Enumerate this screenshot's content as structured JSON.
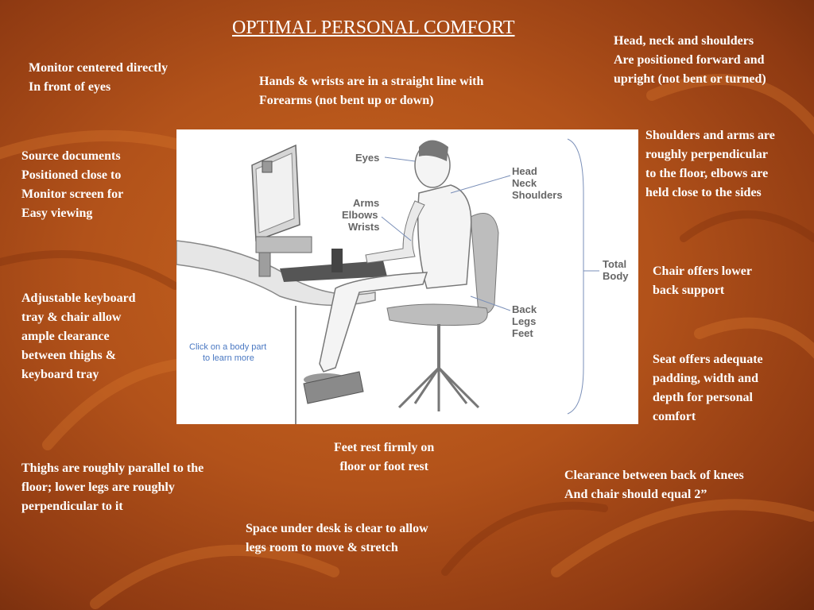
{
  "title": "OPTIMAL PERSONAL COMFORT",
  "notes": {
    "head_neck": "Head, neck and shoulders\nAre positioned forward and\nupright (not bent or turned)",
    "monitor": "Monitor centered directly\nIn front of eyes",
    "hands": "Hands & wrists are in a straight line with\nForearms (not bent up or down)",
    "shoulders_arms": "Shoulders and arms are\nroughly perpendicular\nto the floor, elbows are\nheld close to the sides",
    "source_docs": "Source documents\nPositioned close to\nMonitor screen for\nEasy viewing",
    "chair_back": "Chair offers lower\nback support",
    "keyboard_tray": "Adjustable keyboard\ntray & chair allow\nample clearance\nbetween thighs &\nkeyboard tray",
    "seat": "Seat offers adequate\npadding, width and\ndepth for personal\ncomfort",
    "feet": "Feet rest firmly on\nfloor or foot rest",
    "thighs": "Thighs are roughly parallel to the\nfloor; lower legs are roughly\nperpendicular to it",
    "knees": "Clearance between back of knees\nAnd chair should equal 2”",
    "space_desk": "Space under desk is clear to allow\nlegs room to move & stretch"
  },
  "diagram": {
    "labels": {
      "eyes": "Eyes",
      "head": "Head",
      "neck": "Neck",
      "shoulders": "Shoulders",
      "arms": "Arms",
      "elbows": "Elbows",
      "wrists": "Wrists",
      "total": "Total",
      "body": "Body",
      "back": "Back",
      "legs": "Legs",
      "feet": "Feet"
    },
    "hint_line1": "Click on a body part",
    "hint_line2": "to learn more"
  }
}
